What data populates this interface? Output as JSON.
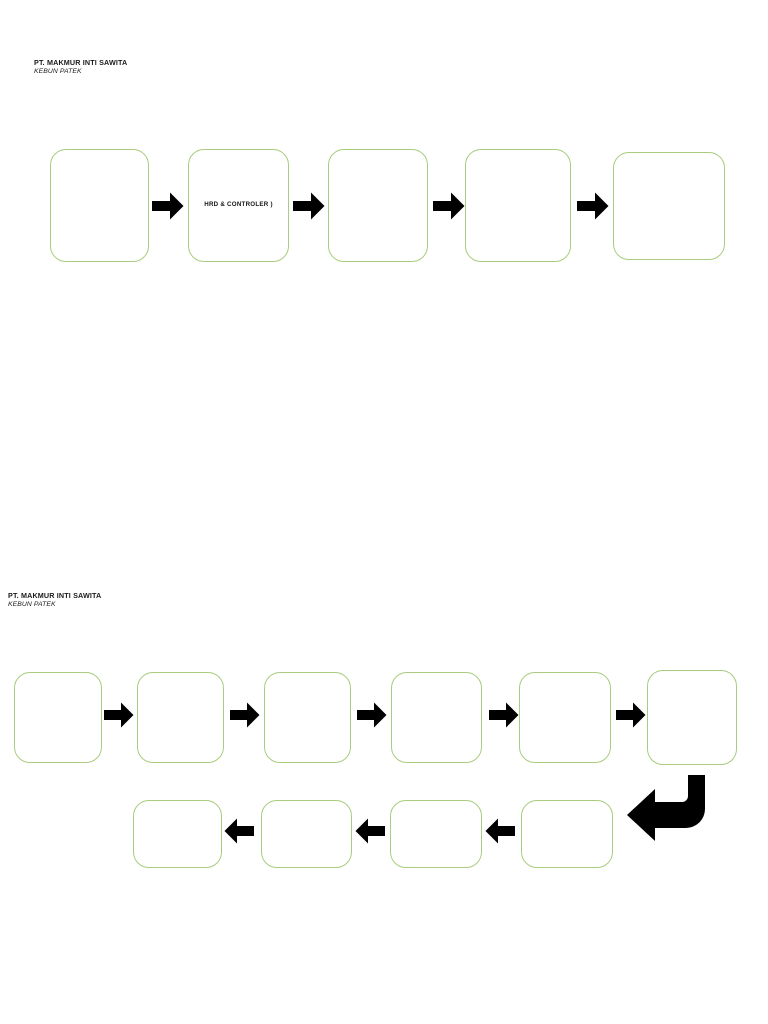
{
  "document": {
    "page_background": "#ffffff",
    "box_border_color": "#a9cc7e",
    "arrow_color": "#000000",
    "text_color": "#141414"
  },
  "diagrams": [
    {
      "id": "diagram-1",
      "header": {
        "company": "PT. MAKMUR INTI SAWITA",
        "estate": "KEBUN PATEK"
      },
      "rows": [
        {
          "id": "diagram-1-row-1",
          "direction": "right",
          "boxes": [
            {
              "id": "d1-box-1",
              "label": ""
            },
            {
              "id": "d1-box-2",
              "label": "HRD & CONTROLER )"
            },
            {
              "id": "d1-box-3",
              "label": ""
            },
            {
              "id": "d1-box-4",
              "label": ""
            },
            {
              "id": "d1-box-5",
              "label": ""
            }
          ],
          "arrow_count": 4
        }
      ]
    },
    {
      "id": "diagram-2",
      "header": {
        "company": "PT. MAKMUR INTI SAWITA",
        "estate": "KEBUN PATEK"
      },
      "rows": [
        {
          "id": "diagram-2-row-1",
          "direction": "right",
          "boxes": [
            {
              "id": "d2-box-1",
              "label": ""
            },
            {
              "id": "d2-box-2",
              "label": ""
            },
            {
              "id": "d2-box-3",
              "label": ""
            },
            {
              "id": "d2-box-4",
              "label": ""
            },
            {
              "id": "d2-box-5",
              "label": ""
            },
            {
              "id": "d2-box-6",
              "label": ""
            }
          ],
          "arrow_count": 5
        },
        {
          "id": "diagram-2-row-2",
          "direction": "left",
          "boxes": [
            {
              "id": "d2-box-10",
              "label": ""
            },
            {
              "id": "d2-box-9",
              "label": ""
            },
            {
              "id": "d2-box-8",
              "label": ""
            },
            {
              "id": "d2-box-7",
              "label": ""
            }
          ],
          "arrow_count": 3
        }
      ],
      "connector": {
        "id": "d2-elbow",
        "shape": "elbow-down-left",
        "description": "bent arrow from last box of row 1 turning left into row 2"
      }
    }
  ]
}
